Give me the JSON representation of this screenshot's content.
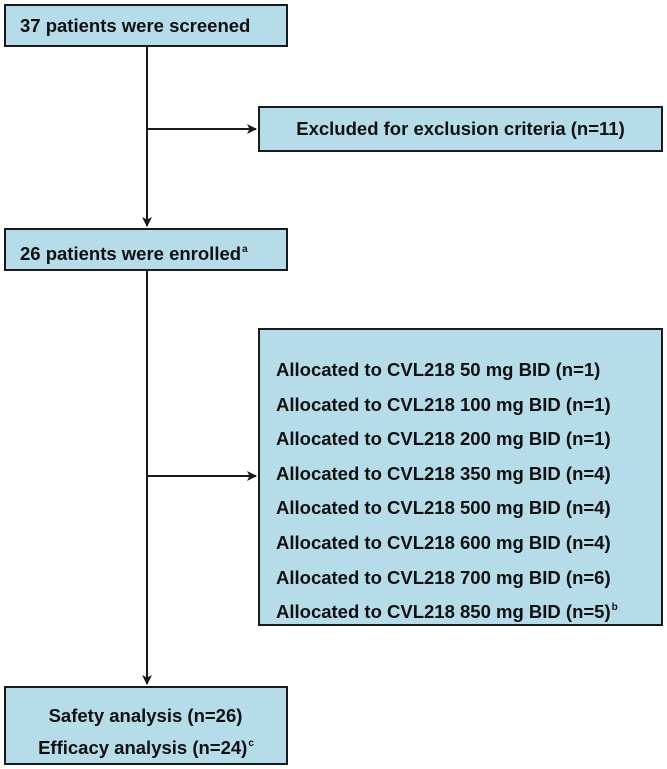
{
  "colors": {
    "box_fill": "#b6dce9",
    "border": "#1a1a1a",
    "text": "#111111"
  },
  "boxes": {
    "screened": {
      "text": "37 patients were screened"
    },
    "excluded": {
      "text": "Excluded for exclusion criteria (n=11)"
    },
    "enrolled": {
      "text": "26 patients were enrolled",
      "sup": "a"
    },
    "allocated": {
      "lines": [
        {
          "text": "Allocated to CVL218 50 mg BID (n=1)",
          "sup": ""
        },
        {
          "text": "Allocated to CVL218 100 mg BID (n=1)",
          "sup": ""
        },
        {
          "text": "Allocated to CVL218 200 mg BID (n=1)",
          "sup": ""
        },
        {
          "text": "Allocated to CVL218 350 mg BID (n=4)",
          "sup": ""
        },
        {
          "text": "Allocated to CVL218 500 mg BID (n=4)",
          "sup": ""
        },
        {
          "text": "Allocated to CVL218 600 mg BID (n=4)",
          "sup": ""
        },
        {
          "text": "Allocated to CVL218 700 mg BID (n=6)",
          "sup": ""
        },
        {
          "text": "Allocated to CVL218 850 mg BID (n=5)",
          "sup": "b"
        }
      ]
    },
    "analysis": {
      "lines": [
        {
          "text": "Safety analysis (n=26)",
          "sup": ""
        },
        {
          "text": "Efficacy analysis (n=24)",
          "sup": "c"
        }
      ]
    }
  }
}
